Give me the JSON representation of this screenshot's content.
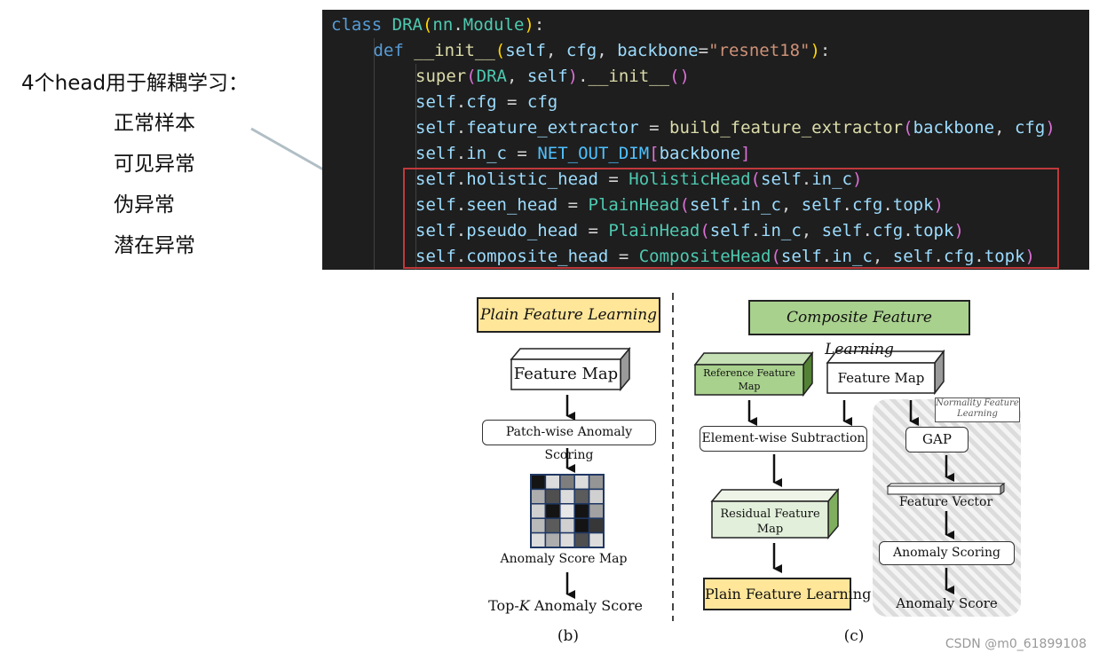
{
  "annotation": {
    "title": "4个head用于解耦学习：",
    "items": [
      "正常样本",
      "可见异常",
      "伪异常",
      "潜在异常"
    ]
  },
  "code": {
    "lines": [
      [
        [
          "kw",
          "class "
        ],
        [
          "cls",
          "DRA"
        ],
        [
          "par",
          "("
        ],
        [
          "cls",
          "nn"
        ],
        [
          "pl",
          "."
        ],
        [
          "cls",
          "Module"
        ],
        [
          "par",
          ")"
        ],
        [
          "pl",
          ":"
        ]
      ],
      [
        [
          "kw",
          "def "
        ],
        [
          "fn",
          "__init__"
        ],
        [
          "par",
          "("
        ],
        [
          "var",
          "self"
        ],
        [
          "pl",
          ", "
        ],
        [
          "var",
          "cfg"
        ],
        [
          "pl",
          ", "
        ],
        [
          "var",
          "backbone"
        ],
        [
          "pl",
          "="
        ],
        [
          "str",
          "\"resnet18\""
        ],
        [
          "par",
          ")"
        ],
        [
          "pl",
          ":"
        ]
      ],
      [
        [
          "fn",
          "super"
        ],
        [
          "brk",
          "("
        ],
        [
          "cls",
          "DRA"
        ],
        [
          "pl",
          ", "
        ],
        [
          "var",
          "self"
        ],
        [
          "brk",
          ")"
        ],
        [
          "pl",
          "."
        ],
        [
          "fn",
          "__init__"
        ],
        [
          "brk",
          "()"
        ]
      ],
      [
        [
          "var",
          "self"
        ],
        [
          "pl",
          "."
        ],
        [
          "var",
          "cfg"
        ],
        [
          "pl",
          " = "
        ],
        [
          "var",
          "cfg"
        ]
      ],
      [
        [
          "var",
          "self"
        ],
        [
          "pl",
          "."
        ],
        [
          "var",
          "feature_extractor"
        ],
        [
          "pl",
          " = "
        ],
        [
          "fn",
          "build_feature_extractor"
        ],
        [
          "brk",
          "("
        ],
        [
          "var",
          "backbone"
        ],
        [
          "pl",
          ", "
        ],
        [
          "var",
          "cfg"
        ],
        [
          "brk",
          ")"
        ]
      ],
      [
        [
          "var",
          "self"
        ],
        [
          "pl",
          "."
        ],
        [
          "var",
          "in_c"
        ],
        [
          "pl",
          " = "
        ],
        [
          "const",
          "NET_OUT_DIM"
        ],
        [
          "brk",
          "["
        ],
        [
          "var",
          "backbone"
        ],
        [
          "brk",
          "]"
        ]
      ],
      [
        [
          "var",
          "self"
        ],
        [
          "pl",
          "."
        ],
        [
          "var",
          "holistic_head"
        ],
        [
          "pl",
          " = "
        ],
        [
          "cls",
          "HolisticHead"
        ],
        [
          "brk",
          "("
        ],
        [
          "var",
          "self"
        ],
        [
          "pl",
          "."
        ],
        [
          "var",
          "in_c"
        ],
        [
          "brk",
          ")"
        ]
      ],
      [
        [
          "var",
          "self"
        ],
        [
          "pl",
          "."
        ],
        [
          "var",
          "seen_head"
        ],
        [
          "pl",
          " = "
        ],
        [
          "cls",
          "PlainHead"
        ],
        [
          "brk",
          "("
        ],
        [
          "var",
          "self"
        ],
        [
          "pl",
          "."
        ],
        [
          "var",
          "in_c"
        ],
        [
          "pl",
          ", "
        ],
        [
          "var",
          "self"
        ],
        [
          "pl",
          "."
        ],
        [
          "var",
          "cfg"
        ],
        [
          "pl",
          "."
        ],
        [
          "var",
          "topk"
        ],
        [
          "brk",
          ")"
        ]
      ],
      [
        [
          "var",
          "self"
        ],
        [
          "pl",
          "."
        ],
        [
          "var",
          "pseudo_head"
        ],
        [
          "pl",
          " = "
        ],
        [
          "cls",
          "PlainHead"
        ],
        [
          "brk",
          "("
        ],
        [
          "var",
          "self"
        ],
        [
          "pl",
          "."
        ],
        [
          "var",
          "in_c"
        ],
        [
          "pl",
          ", "
        ],
        [
          "var",
          "self"
        ],
        [
          "pl",
          "."
        ],
        [
          "var",
          "cfg"
        ],
        [
          "pl",
          "."
        ],
        [
          "var",
          "topk"
        ],
        [
          "brk",
          ")"
        ]
      ],
      [
        [
          "var",
          "self"
        ],
        [
          "pl",
          "."
        ],
        [
          "var",
          "composite_head"
        ],
        [
          "pl",
          " = "
        ],
        [
          "cls",
          "CompositeHead"
        ],
        [
          "brk",
          "("
        ],
        [
          "var",
          "self"
        ],
        [
          "pl",
          "."
        ],
        [
          "var",
          "in_c"
        ],
        [
          "pl",
          ", "
        ],
        [
          "var",
          "self"
        ],
        [
          "pl",
          "."
        ],
        [
          "var",
          "cfg"
        ],
        [
          "pl",
          "."
        ],
        [
          "var",
          "topk"
        ],
        [
          "brk",
          ")"
        ]
      ]
    ],
    "indent_levels": [
      0,
      1,
      2,
      2,
      2,
      2,
      2,
      2,
      2,
      2
    ]
  },
  "diagram_b": {
    "title": "Plain Feature Learning",
    "feature_map": "Feature Map",
    "patch_scoring": "Patch-wise Anomaly Scoring",
    "score_map_label": "Anomaly Score Map",
    "score_grid": [
      [
        1,
        0.15,
        0.55,
        0.15,
        0.45
      ],
      [
        0.35,
        0.75,
        0.15,
        0.7,
        0.2
      ],
      [
        0.2,
        1,
        0.1,
        1,
        0.4
      ],
      [
        0.3,
        0.7,
        0.2,
        1,
        0.85
      ],
      [
        0.15,
        0.35,
        0.15,
        0.75,
        0.15
      ]
    ],
    "topk_prefix": "Top-",
    "topk_k": "K",
    "topk_suffix": " Anomaly Score",
    "caption": "(b)"
  },
  "diagram_c": {
    "title": "Composite Feature Learning",
    "reference_map": "Reference Feature Map",
    "feature_map": "Feature Map",
    "normality_label": "Normality Feature Learning",
    "subtraction": "Element-wise Subtraction",
    "residual_map": "Residual Feature Map",
    "plain_learning": "Plain Feature Learning",
    "gap": "GAP",
    "feature_vector": "Feature Vector",
    "anomaly_scoring": "Anomaly Scoring",
    "anomaly_score": "Anomaly Score",
    "caption": "(c)"
  },
  "colors": {
    "code_bg": "#1e1e1e",
    "highlight_border": "#c0393b",
    "plain_title_bg": "#ffe699",
    "composite_title_bg": "#a9d18e",
    "reference_bg": "#a9d18e",
    "residual_bg": "#e2efda"
  },
  "watermark": "CSDN @m0_61899108"
}
